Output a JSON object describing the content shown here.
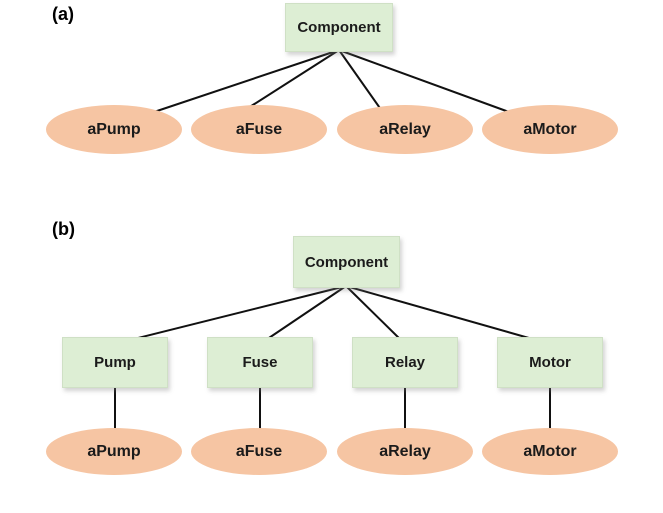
{
  "figure": {
    "panel_a": {
      "label": "(a)",
      "root_label": "Component",
      "instances": [
        "aPump",
        "aFuse",
        "aRelay",
        "aMotor"
      ]
    },
    "panel_b": {
      "label": "(b)",
      "root_label": "Component",
      "classes": [
        "Pump",
        "Fuse",
        "Relay",
        "Motor"
      ],
      "instances": [
        "aPump",
        "aFuse",
        "aRelay",
        "aMotor"
      ]
    },
    "colors": {
      "class_box_fill": "#ddeed4",
      "class_box_border": "#cfe0c5",
      "instance_ellipse_fill": "#f6c5a3",
      "connector": "#111111",
      "text": "#1b1b1b",
      "background": "#ffffff"
    }
  }
}
